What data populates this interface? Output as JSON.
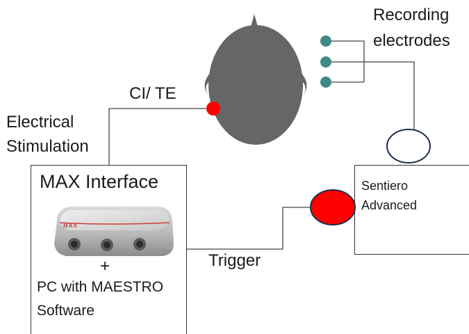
{
  "labels": {
    "recording_electrodes_line1": "Recording",
    "recording_electrodes_line2": "electrodes",
    "ci_te": "CI/ TE",
    "electrical_stimulation_line1": "Electrical",
    "electrical_stimulation_line2": "Stimulation",
    "max_interface": "MAX Interface",
    "device_brand": "MAX",
    "plus": "+",
    "pc_line1": "PC with MAESTRO",
    "pc_line2": "Software",
    "trigger": "Trigger",
    "sentiero_line1": "Sentiero",
    "sentiero_line2": "Advanced"
  },
  "colors": {
    "head": "#666666",
    "electrode": "#3f8a86",
    "stim_dot": "#ff0000",
    "trigger_port": "#ff0000",
    "wire": "#444444"
  }
}
